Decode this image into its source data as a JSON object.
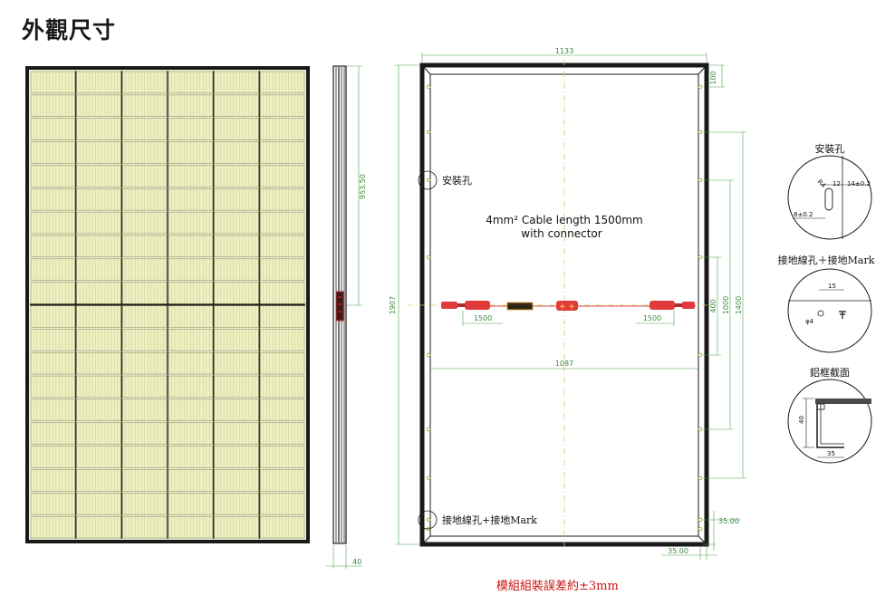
{
  "title": "外觀尺寸",
  "dimensions": {
    "side_height": "953.50",
    "frame_width": "1133",
    "corner": "100",
    "height": "1907",
    "cable_left": "1500",
    "cable_right": "1500",
    "inner_span": "1087",
    "hole_400": "400",
    "hole_1000": "1000",
    "hole_1400": "1400",
    "edge_right": "35.00",
    "edge_bottom": "35.00",
    "side_depth": "40"
  },
  "labels": {
    "mount_hole": "安裝孔",
    "ground_hole": "接地線孔+接地Mark",
    "cable_note_line1": "4mm² Cable length 1500mm",
    "cable_note_line2": "with connector",
    "jbox": "Multi-Contact"
  },
  "details": {
    "mount": {
      "title": "安裝孔",
      "r": "R4",
      "w12": "12",
      "w14": "14±0.2",
      "w8": "8±0.2"
    },
    "ground": {
      "title": "接地線孔＋接地Mark",
      "d15": "15",
      "phi": "φ4"
    },
    "frame": {
      "title": "鋁框截面",
      "h40": "40",
      "w35": "35"
    }
  },
  "tolerance": "模組組裝誤差約±3mm"
}
